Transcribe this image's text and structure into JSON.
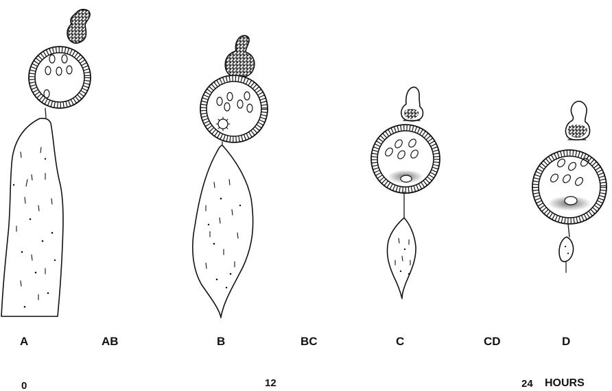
{
  "stage_labels": {
    "a": "A",
    "ab": "AB",
    "b": "B",
    "bc": "BC",
    "c": "C",
    "cd": "CD",
    "d": "D"
  },
  "time_labels": {
    "t0": "0",
    "t12": "12",
    "t24": "24",
    "unit": "HOURS"
  },
  "colors": {
    "ink": "#111111",
    "background": "#ffffff"
  }
}
